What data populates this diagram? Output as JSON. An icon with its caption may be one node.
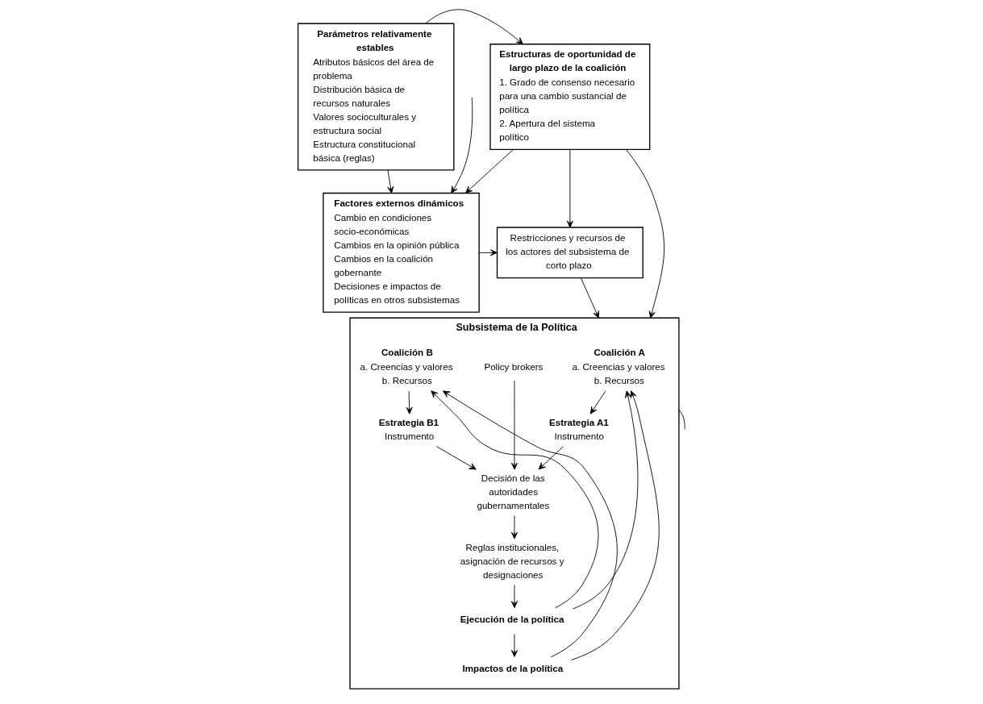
{
  "diagram": {
    "nodes": [
      {
        "text": [
          "Parámetros relativamente estables",
          "Atributos básicos del área de problema",
          "Distribución básica de recursos naturales",
          "Valores socioculturales y estructura social",
          "Estructura constitucional básica (reglas)"
        ]
      },
      {
        "text": [
          "Estructuras de oportunidad de largo plazo de la coalición",
          "1. Grado de consenso necesario para una cambio sustancial de política",
          "2. Apertura del sistema político"
        ]
      },
      {
        "text": [
          "Factores externos dinámicos",
          "Cambio en condiciones socio-económicas",
          "Cambios en la opinión pública",
          "Cambios en la coalición gobernante",
          "Decisiones e impactos de políticas en otros subsistemas"
        ]
      },
      {
        "text": [
          "Restricciones y recursos de los actores del subsistema de corto plazo"
        ]
      },
      {
        "text": [
          "Subsistema de la Política"
        ]
      },
      {
        "text": [
          "Coalición A",
          "a. Creencias y valores",
          "b. Recursos"
        ],
        "in": 4
      },
      {
        "text": [
          "Policy brokers"
        ],
        "in": 4
      },
      {
        "text": [
          "Coalición B",
          "a. Creencias y valores",
          "b. Recursos"
        ],
        "in": 4
      },
      {
        "text": [
          "Estrategia A1",
          "Instrumento"
        ],
        "in": 4
      },
      {
        "text": [
          "Estrategia B1",
          "Instrumento"
        ],
        "in": 4
      },
      {
        "text": [
          "Decisión de las autoridades gubernamentales"
        ],
        "in": 4
      },
      {
        "text": [
          "Reglas institucionales, asignación de recursos y designaciones"
        ],
        "in": 4
      },
      {
        "text": [
          "Ejecución de la política"
        ],
        "in": 4
      },
      {
        "text": [
          "Impactos de la política"
        ],
        "in": 4
      }
    ],
    "edges": [
      {
        "from": 0,
        "to": 1,
        "arrow": "to"
      },
      {
        "from": 0,
        "to": 2,
        "arrow": "to"
      },
      {
        "from": 1,
        "to": 4,
        "arrow": "to"
      },
      {
        "from": 1,
        "to": 2,
        "arrow": "to"
      },
      {
        "from": 1,
        "to": 3,
        "arrow": "to"
      },
      {
        "from": 2,
        "to": 3,
        "arrow": "to"
      },
      {
        "from": 3,
        "to": 4,
        "arrow": "to"
      },
      {
        "from": 5,
        "to": 8,
        "arrow": "to"
      },
      {
        "from": 7,
        "to": 9,
        "arrow": "to"
      },
      {
        "from": 6,
        "to": 10,
        "arrow": "to"
      },
      {
        "from": 8,
        "to": 10,
        "arrow": "to"
      },
      {
        "from": 9,
        "to": 10,
        "arrow": "to"
      },
      {
        "from": 10,
        "to": 11,
        "arrow": "to"
      },
      {
        "from": 11,
        "to": 12,
        "arrow": "to"
      },
      {
        "from": 12,
        "to": 13,
        "arrow": "to"
      },
      {
        "from": 12,
        "to": 5,
        "arrow": "to"
      },
      {
        "from": 13,
        "to": 5,
        "arrow": "to"
      },
      {
        "from": 12,
        "to": 7,
        "arrow": "to"
      },
      {
        "from": 13,
        "to": 7,
        "arrow": "to"
      },
      {
        "from": null,
        "to": 2,
        "arrow": "to"
      },
      {
        "from": 4,
        "to": null,
        "arrow": "none"
      }
    ]
  }
}
